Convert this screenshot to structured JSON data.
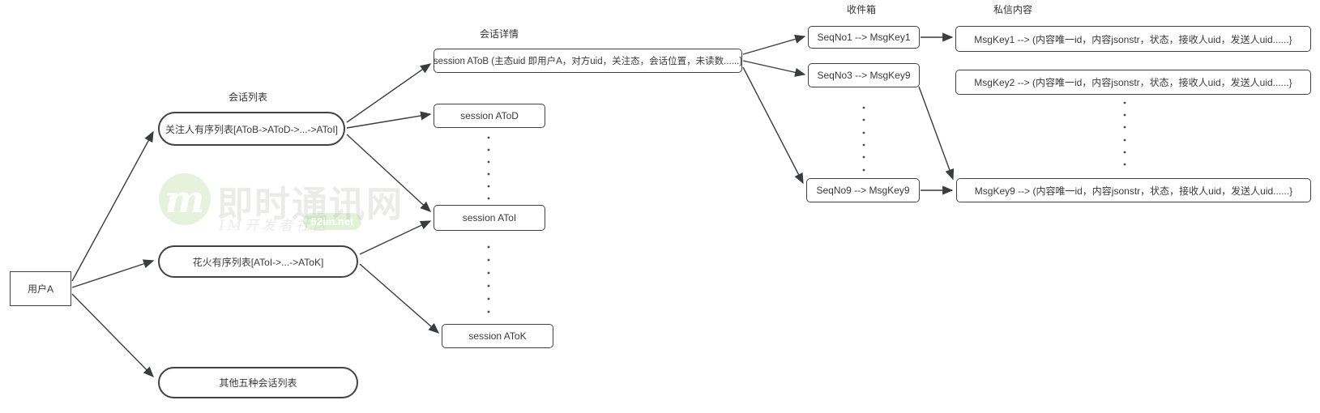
{
  "headers": {
    "session_list": "会话列表",
    "session_detail": "会话详情",
    "inbox": "收件箱",
    "message_content": "私信内容"
  },
  "nodes": {
    "user_a": "用户A",
    "follow_list": "关注人有序列表[AToB->AToD->...->AToI]",
    "huahuo_list": "花火有序列表[AToI->...->AToK]",
    "other_lists": "其他五种会话列表",
    "session_atob": "session AToB (主态uid 即用户A，对方uid，关注态，会话位置，未读数......}",
    "session_atod": "session AToD",
    "session_atoi": "session AToI",
    "session_atok": "session AToK",
    "seqno1": "SeqNo1 --> MsgKey1",
    "seqno3": "SeqNo3 --> MsgKey9",
    "seqno9": "SeqNo9 --> MsgKey9",
    "msgkey1": "MsgKey1 --> (内容唯一id，内容jsonstr，状态，接收人uid，发送人uid......}",
    "msgkey2": "MsgKey2 --> (内容唯一id，内容jsonstr，状态，接收人uid，发送人uid......}",
    "msgkey9": "MsgKey9 --> (内容唯一id，内容jsonstr，状态，接收人uid，发送人uid......}"
  },
  "watermark": {
    "logo_letter": "m",
    "title": "即时通讯网",
    "subtitle": "IM开发者社区",
    "badge": "52im.net"
  },
  "colors": {
    "box_border": "#404245",
    "text": "#3a3a3a",
    "arrow": "#3a3c3e",
    "watermark_green": "#8dc665",
    "background": "#ffffff"
  }
}
